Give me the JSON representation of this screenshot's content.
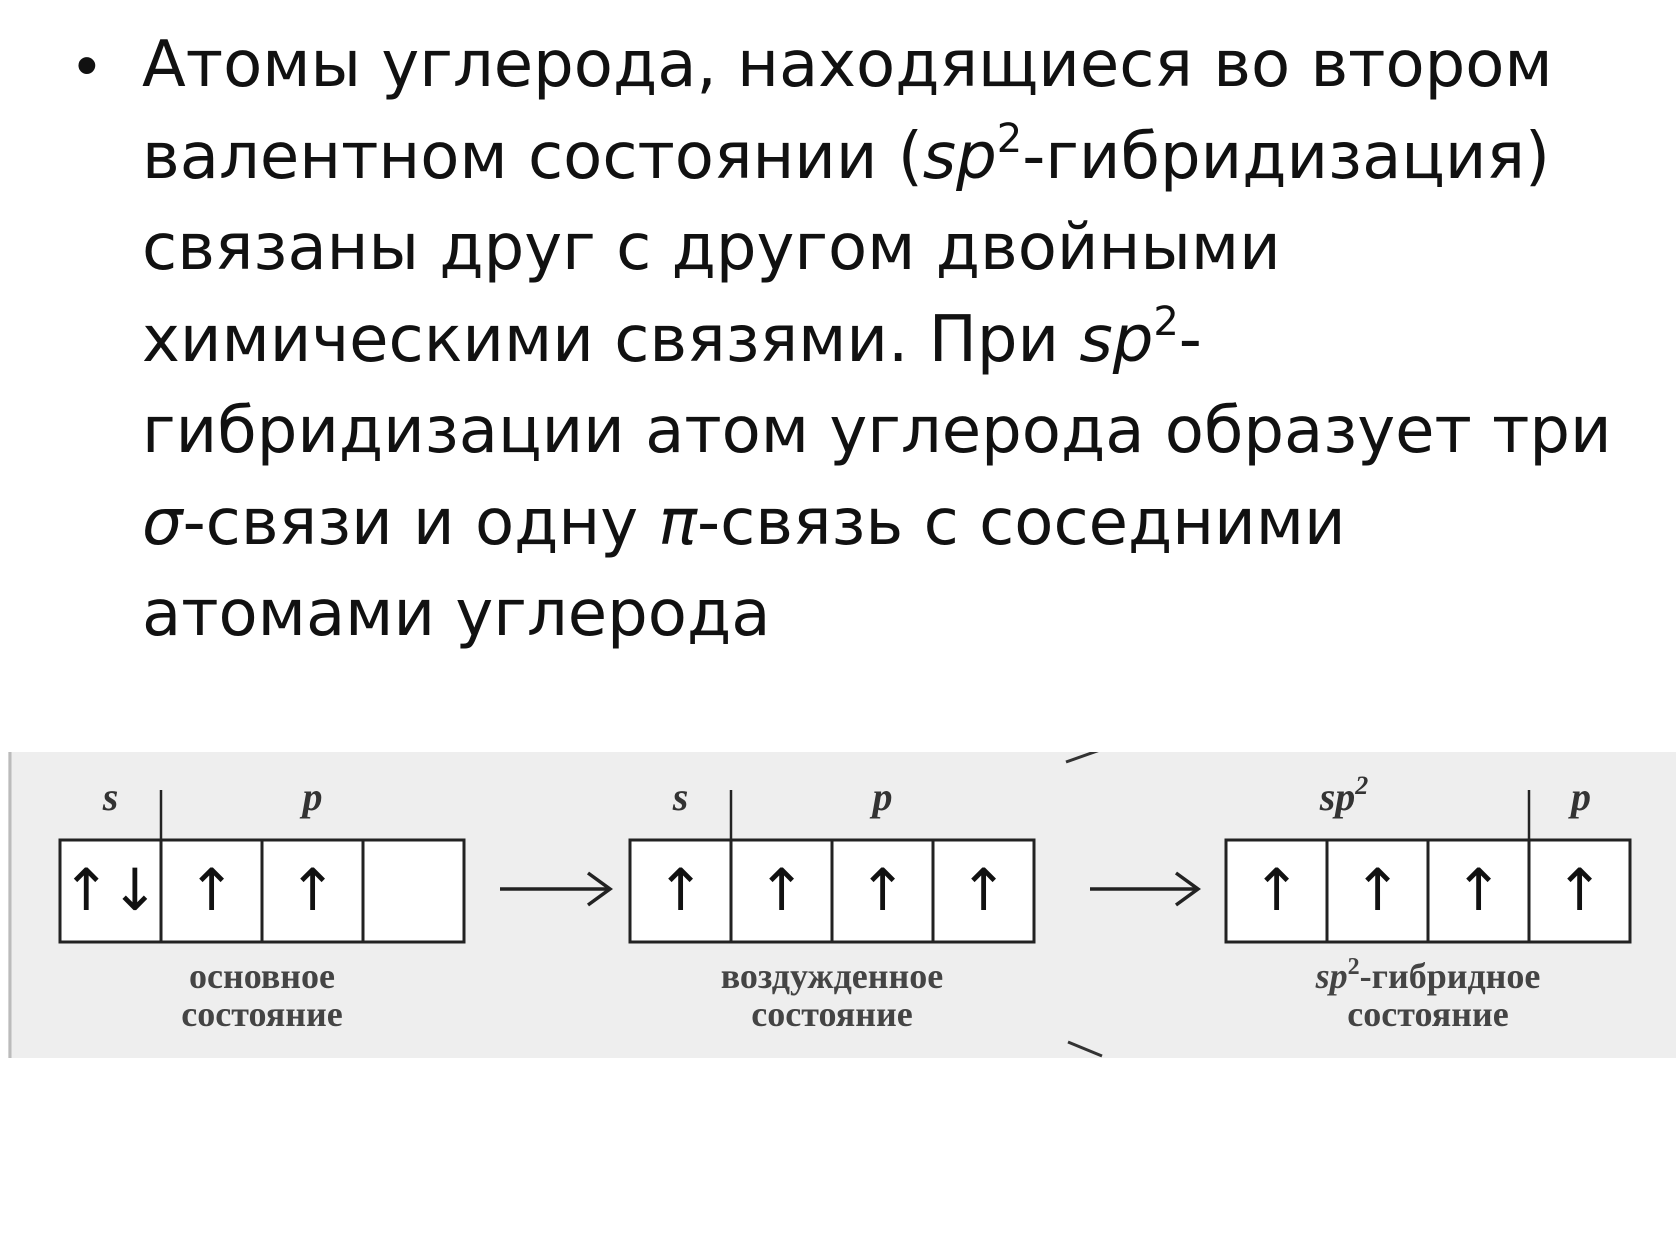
{
  "slide": {
    "bullet": "•",
    "lines": [
      {
        "parts": [
          {
            "t": "Атомы углерода, находящиеся во втором"
          }
        ]
      },
      {
        "parts": [
          {
            "t": "валентном состоянии ("
          },
          {
            "t": "sp",
            "i": true
          },
          {
            "t": "2",
            "sup": true
          },
          {
            "t": "-гибридизация)"
          }
        ]
      },
      {
        "parts": [
          {
            "t": "связаны друг с другом двойными"
          }
        ]
      },
      {
        "parts": [
          {
            "t": "химическими связями. При "
          },
          {
            "t": "sp",
            "i": true
          },
          {
            "t": "2",
            "sup": true
          },
          {
            "t": "-"
          }
        ]
      },
      {
        "parts": [
          {
            "t": "гибридизации атом углерода образует три"
          }
        ]
      },
      {
        "parts": [
          {
            "t": "σ",
            "i": true
          },
          {
            "t": "-связи и одну "
          },
          {
            "t": "π",
            "i": true
          },
          {
            "t": "-связь с соседними"
          }
        ]
      },
      {
        "parts": [
          {
            "t": "атомами углерода"
          }
        ]
      }
    ]
  },
  "diagram": {
    "arrow_glyph": "→",
    "states": [
      {
        "name": "ground",
        "groups": [
          {
            "label": "s",
            "sup": ""
          },
          {
            "label": "p",
            "sup": ""
          }
        ],
        "cells": [
          "↑↓",
          "↑",
          "↑",
          ""
        ],
        "caption": [
          "основное",
          "состояние"
        ]
      },
      {
        "name": "excited",
        "groups": [
          {
            "label": "s",
            "sup": ""
          },
          {
            "label": "p",
            "sup": ""
          }
        ],
        "cells": [
          "↑",
          "↑",
          "↑",
          "↑"
        ],
        "caption": [
          "воздужденное",
          "состояние"
        ]
      },
      {
        "name": "sp2",
        "groups": [
          {
            "label": "sp",
            "sup": "2"
          },
          {
            "label": "p",
            "sup": ""
          }
        ],
        "cells": [
          "↑",
          "↑",
          "↑",
          "↑"
        ],
        "caption_prefix": "sp",
        "caption_prefix_sup": "2",
        "caption": [
          "-гибридное",
          "состояние"
        ]
      }
    ]
  }
}
